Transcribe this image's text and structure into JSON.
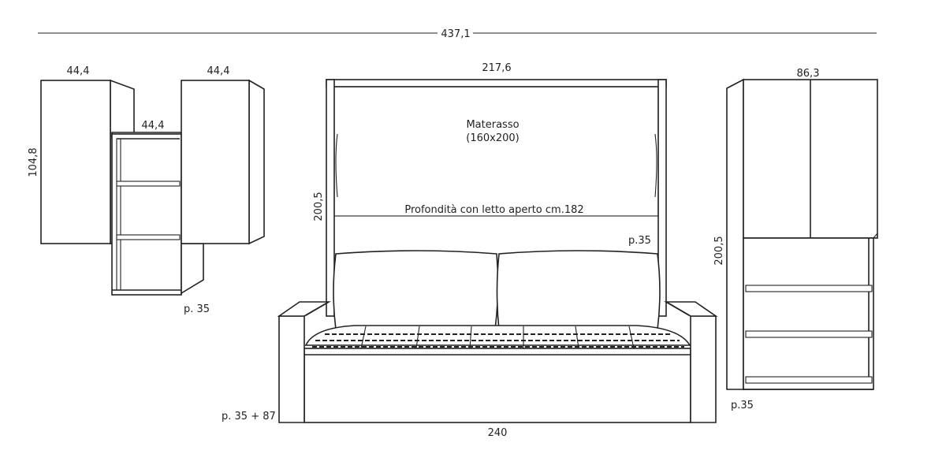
{
  "dimensions": {
    "total_width": "437,1",
    "left_cabinet_a_width": "44,4",
    "left_cabinet_b_width": "44,4",
    "left_shelf_width": "44,4",
    "left_cabinet_height": "104,8",
    "left_depth": "p. 35",
    "bed_width": "217,6",
    "bed_height": "200,5",
    "bed_depth": "p.35",
    "sofa_width": "240",
    "sofa_depth": "p. 35 + 87",
    "right_width": "86,3",
    "right_height": "200,5",
    "right_depth": "p.35"
  },
  "labels": {
    "mattress_title": "Materasso",
    "mattress_size": "(160x200)",
    "open_depth": "Profondità con letto aperto cm.182"
  }
}
